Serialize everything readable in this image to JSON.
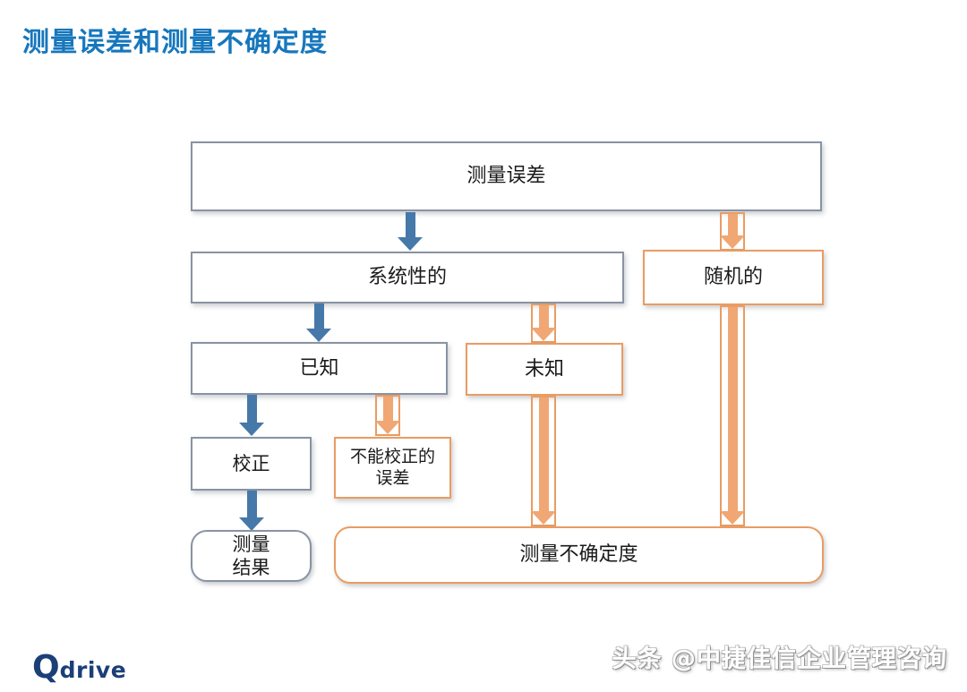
{
  "title": "测量误差和测量不确定度",
  "colors": {
    "title_blue": "#1777BD",
    "arrow_blue": "#4678A9",
    "arrow_orange": "#F0A774",
    "border_gray": "#8893A3",
    "border_orange": "#E99C63",
    "logo_navy": "#1B3F77",
    "node_fill": "#FFFFFF"
  },
  "diagram": {
    "nodes": {
      "error": {
        "label": "测量误差"
      },
      "systematic": {
        "label": "系统性的"
      },
      "random": {
        "label": "随机的"
      },
      "known": {
        "label": "已知"
      },
      "unknown": {
        "label": "未知"
      },
      "correction": {
        "label": "校正"
      },
      "uncorrectable": {
        "label": "不能校正的\n误差"
      },
      "result": {
        "label": "测量\n结果"
      },
      "uncertainty": {
        "label": "测量不确定度"
      }
    },
    "edges": [
      {
        "from": "error",
        "to": "systematic",
        "color": "blue"
      },
      {
        "from": "error",
        "to": "random",
        "color": "orange"
      },
      {
        "from": "systematic",
        "to": "known",
        "color": "blue"
      },
      {
        "from": "systematic",
        "to": "unknown",
        "color": "orange"
      },
      {
        "from": "known",
        "to": "correction",
        "color": "blue"
      },
      {
        "from": "known",
        "to": "uncorrectable",
        "color": "orange"
      },
      {
        "from": "unknown",
        "to": "uncertainty",
        "color": "orange"
      },
      {
        "from": "random",
        "to": "uncertainty",
        "color": "orange"
      },
      {
        "from": "correction",
        "to": "result",
        "color": "blue"
      }
    ]
  },
  "footer": {
    "logo_q": "Q",
    "logo_rest": "drive",
    "watermark": "头条 @中捷佳信企业管理咨询"
  }
}
